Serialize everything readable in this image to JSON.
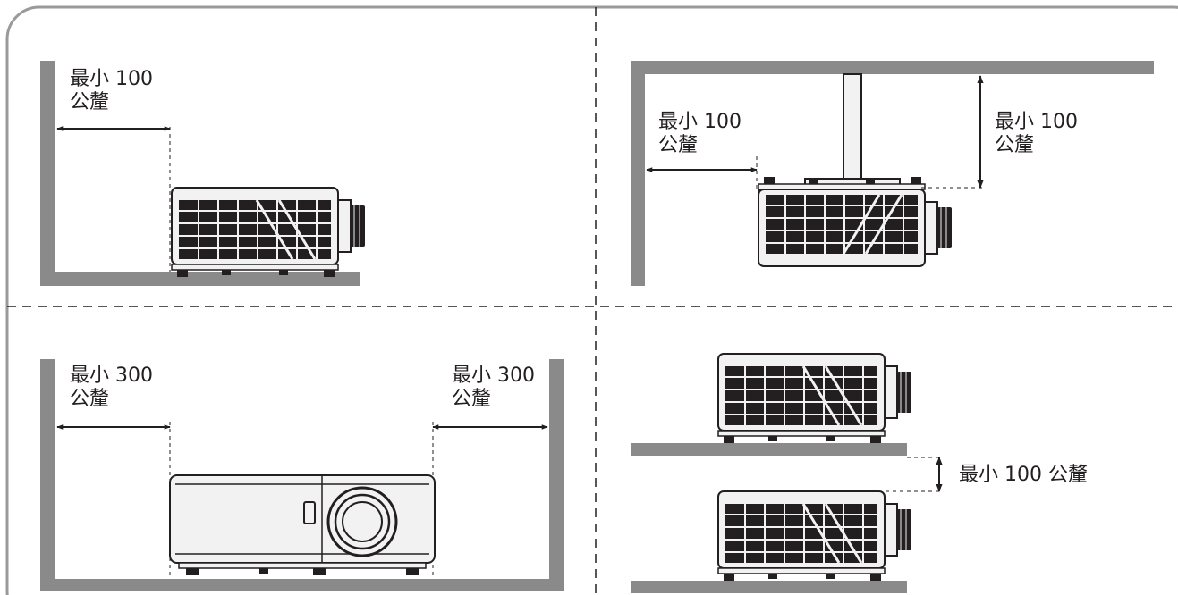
{
  "labels": {
    "top_left": {
      "line1": "最小 100",
      "line2": "公釐"
    },
    "top_right_side": {
      "line1": "最小 100",
      "line2": "公釐"
    },
    "top_right_ceiling": {
      "line1": "最小 100",
      "line2": "公釐"
    },
    "bottom_left_left": {
      "line1": "最小 300",
      "line2": "公釐"
    },
    "bottom_left_right": {
      "line1": "最小 300",
      "line2": "公釐"
    },
    "bottom_right_stack": {
      "text": "最小 100 公釐"
    }
  },
  "colors": {
    "wall": "#8a8a8a",
    "frame": "#9a9a9a",
    "ink": "#231f20",
    "projector_body": "#f2f2f2"
  }
}
